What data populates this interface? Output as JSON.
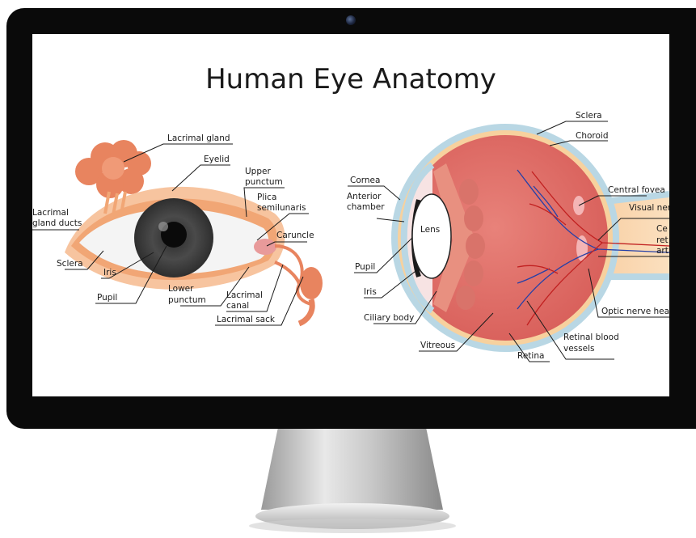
{
  "title": "Human Eye Anatomy",
  "front_view": {
    "labels": {
      "lacrimal_gland": "Lacrimal gland",
      "eyelid": "Eyelid",
      "upper_punctum_1": "Upper",
      "upper_punctum_2": "punctum",
      "plica_1": "Plica",
      "plica_2": "semilunaris",
      "lacrimal_ducts_1": "Lacrimal",
      "lacrimal_ducts_2": "gland ducts",
      "caruncle": "Caruncle",
      "sclera": "Sclera",
      "iris": "Iris",
      "pupil": "Pupil",
      "lower_punctum_1": "Lower",
      "lower_punctum_2": "punctum",
      "lacrimal_canal_1": "Lacrimal",
      "lacrimal_canal_2": "canal",
      "lacrimal_sack": "Lacrimal sack"
    }
  },
  "cross_section": {
    "labels": {
      "sclera": "Sclera",
      "choroid": "Choroid",
      "cornea": "Cornea",
      "anterior_chamber_1": "Anterior",
      "anterior_chamber_2": "chamber",
      "lens": "Lens",
      "central_fovea": "Central fovea",
      "visual_nerve": "Visual ner",
      "central_retinal_1": "Ce",
      "central_retinal_2": "ret",
      "central_retinal_3": "art",
      "pupil": "Pupil",
      "iris": "Iris",
      "ciliary_body": "Ciliary body",
      "optic_nerve_head": "Optic nerve head",
      "retinal_vessels_1": "Retinal blood",
      "retinal_vessels_2": "vessels",
      "vitreous": "Vitreous",
      "retina": "Retina"
    }
  }
}
